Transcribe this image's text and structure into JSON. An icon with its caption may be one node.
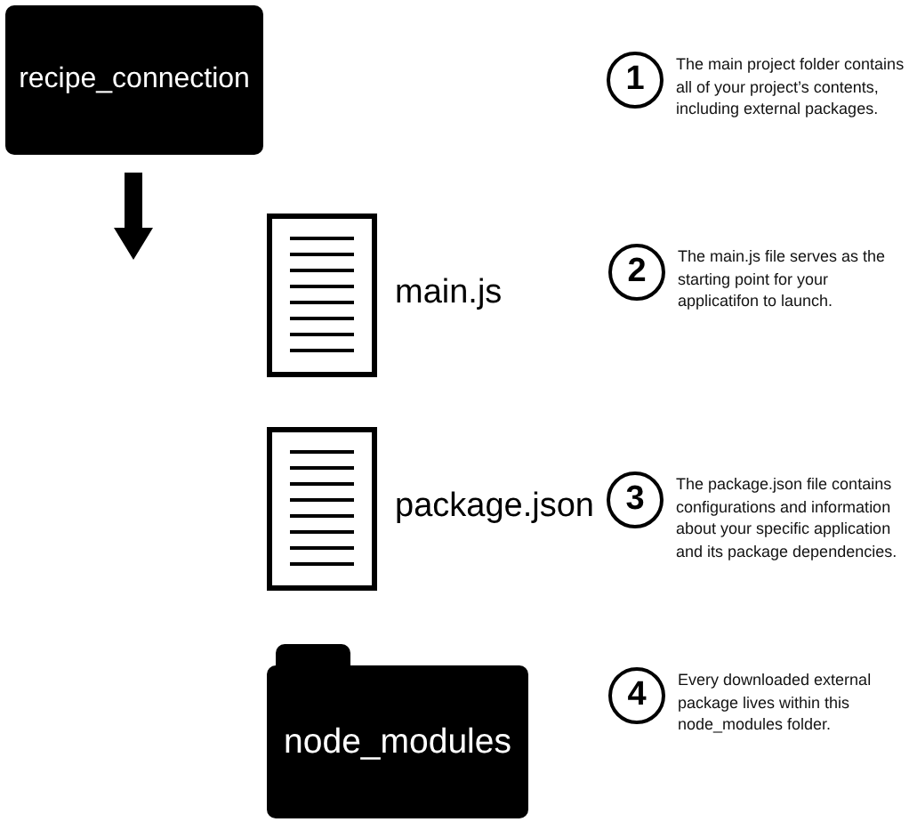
{
  "diagram": {
    "nodes": [
      {
        "text": [
          "recipe_connection"
        ]
      },
      {
        "text": [
          "1"
        ],
        "beside": [
          "The main project folder contains all of your project’s contents, including external packages."
        ]
      },
      {
        "text": [
          "main.js"
        ]
      },
      {
        "text": [
          "2"
        ],
        "beside": [
          "The main.js file serves as the starting point for your applicatifon to launch."
        ]
      },
      {
        "text": [
          "package.json"
        ]
      },
      {
        "text": [
          "3"
        ],
        "beside": [
          "The package.json file contains configurations and information about your specific application and its package dependencies."
        ]
      },
      {
        "text": [
          "node_modules"
        ]
      },
      {
        "text": [
          "4"
        ],
        "beside": [
          "Every downloaded external package lives within this node_modules folder."
        ]
      }
    ]
  }
}
